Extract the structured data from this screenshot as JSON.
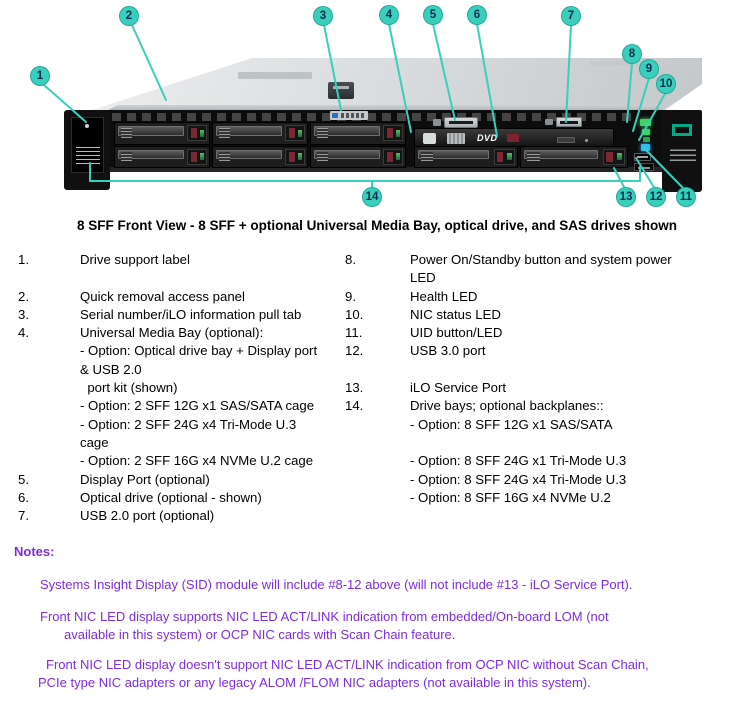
{
  "figure": {
    "accent_color": "#38D0BD",
    "brand_color": "#01A982",
    "led_green": "#3FD45F",
    "led_blue": "#31BDF2",
    "dvd_logo": "DVD",
    "callouts": [
      {
        "n": "1",
        "target": "drive-support-label"
      },
      {
        "n": "2",
        "target": "access-panel"
      },
      {
        "n": "3",
        "target": "serial-pull-tab"
      },
      {
        "n": "4",
        "target": "universal-media-bay"
      },
      {
        "n": "5",
        "target": "display-port"
      },
      {
        "n": "6",
        "target": "optical-drive"
      },
      {
        "n": "7",
        "target": "usb2-port"
      },
      {
        "n": "8",
        "target": "power-button"
      },
      {
        "n": "9",
        "target": "health-led"
      },
      {
        "n": "10",
        "target": "nic-status-led"
      },
      {
        "n": "11",
        "target": "uid-button"
      },
      {
        "n": "12",
        "target": "usb3-port"
      },
      {
        "n": "13",
        "target": "ilo-service-port"
      },
      {
        "n": "14",
        "target": "drive-bays"
      }
    ]
  },
  "caption": "8 SFF Front View - 8 SFF + optional Universal Media Bay, optical drive, and SAS drives shown",
  "parts_list": {
    "rows": [
      [
        "1.",
        "Drive support label",
        "8.",
        "Power On/Standby button and system power"
      ],
      [
        "",
        "",
        "",
        "LED"
      ],
      [
        "2.",
        "Quick removal access panel",
        "9.",
        "Health LED"
      ],
      [
        "3.",
        "Serial number/iLO information pull tab",
        "10.",
        "NIC status LED"
      ],
      [
        "4.",
        "Universal Media Bay (optional):",
        "11.",
        "UID button/LED"
      ],
      [
        "",
        "- Option: Optical drive bay + Display port",
        "12.",
        "USB 3.0 port"
      ],
      [
        "",
        "& USB 2.0",
        "",
        ""
      ],
      [
        "",
        "  port kit (shown)",
        "13.",
        "iLO Service Port"
      ],
      [
        "",
        "- Option: 2 SFF 12G x1 SAS/SATA cage",
        "14.",
        "Drive bays; optional backplanes::"
      ],
      [
        "",
        "- Option: 2 SFF 24G x4 Tri-Mode U.3",
        "",
        "- Option: 8 SFF 12G x1 SAS/SATA"
      ],
      [
        "",
        "cage",
        "",
        ""
      ],
      [
        "",
        "- Option: 2 SFF 16G x4 NVMe U.2 cage",
        "",
        "- Option: 8 SFF 24G x1 Tri-Mode U.3"
      ],
      [
        "5.",
        "Display Port (optional)",
        "",
        "- Option: 8 SFF 24G x4 Tri-Mode U.3"
      ],
      [
        "6.",
        "Optical drive (optional - shown)",
        "",
        "- Option: 8 SFF 16G x4 NVMe U.2"
      ],
      [
        "7.",
        "USB 2.0 port (optional)",
        "",
        ""
      ]
    ]
  },
  "notes": {
    "heading": "Notes:",
    "color": "#7D2DDC",
    "items": [
      {
        "lines": [
          "Systems Insight Display (SID) module will include #8-12 above (will not include #13 - iLO Service Port)."
        ]
      },
      {
        "lines": [
          "Front NIC LED display supports NIC LED ACT/LINK indication from embedded/On-board LOM (not",
          "available in this system) or OCP NIC cards with Scan Chain feature."
        ]
      },
      {
        "lines": [
          "Front NIC LED display doesn't support NIC LED ACT/LINK indication from OCP NIC without Scan Chain,",
          "PCIe type NIC adapters or any legacy ALOM /FLOM NIC adapters (not available in this system)."
        ]
      }
    ]
  }
}
